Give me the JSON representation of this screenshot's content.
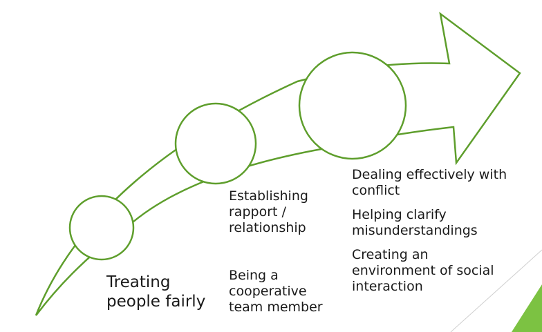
{
  "diagram": {
    "stage1": {
      "lines": [
        "Treating",
        "people fairly"
      ]
    },
    "stage2": {
      "item1": [
        "Establishing",
        "rapport /",
        "relationship"
      ],
      "item2": [
        "Being a",
        "cooperative",
        "team member"
      ]
    },
    "stage3": {
      "item1": [
        "Dealing effectively with",
        "conflict"
      ],
      "item2": [
        "Helping clarify",
        "misunderstandings"
      ],
      "item3": [
        "Creating an",
        "environment of social",
        "interaction"
      ]
    }
  },
  "colors": {
    "stroke": "#5e9e2c",
    "accent": "#7cc242",
    "text": "#1a1a1a"
  }
}
